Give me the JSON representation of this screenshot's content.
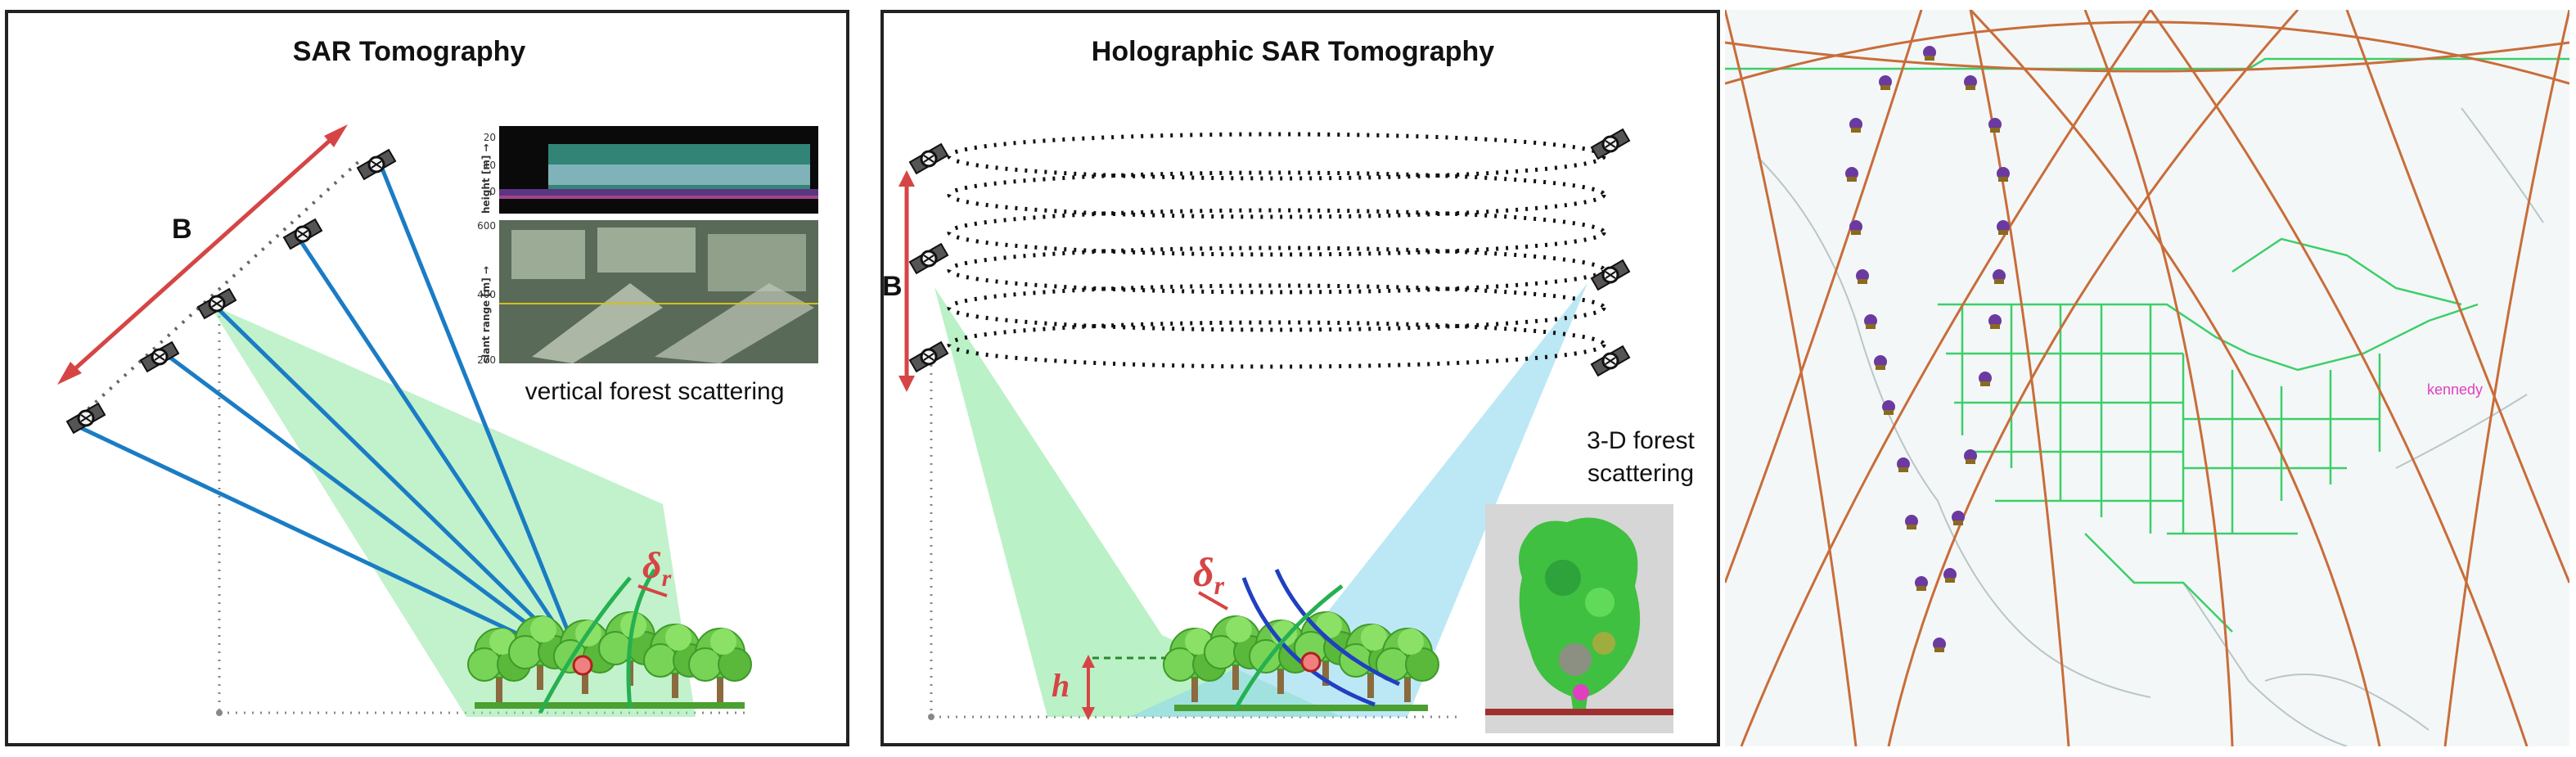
{
  "panel1": {
    "title": "SAR Tomography",
    "baseline_label": "B",
    "delta_label": "δ",
    "delta_sub": "r",
    "caption": "vertical forest scattering",
    "inset": {
      "top_axis_label": "height [m] →",
      "top_ticks": [
        "20",
        "10",
        "0"
      ],
      "bottom_axis_label": "slant range [m] →",
      "bottom_ticks": [
        "600",
        "400",
        "200"
      ]
    }
  },
  "panel2": {
    "title": "Holographic SAR Tomography",
    "baseline_label": "B",
    "delta_label": "δ",
    "delta_sub": "r",
    "height_label": "h",
    "caption_line1": "3-D forest",
    "caption_line2": "scattering"
  },
  "panel3": {
    "map_label": "kennedy"
  },
  "colors": {
    "red_accent": "#d64545",
    "blue_ray": "#1a7cc4",
    "green_beam": "#8ee8a0",
    "blue_beam": "#8fd8f0",
    "orbit_track": "#c86d3a",
    "border_lines": "#3ccf6a"
  },
  "icons": [
    "satellite-icon",
    "tree-icon",
    "target-point-icon"
  ]
}
